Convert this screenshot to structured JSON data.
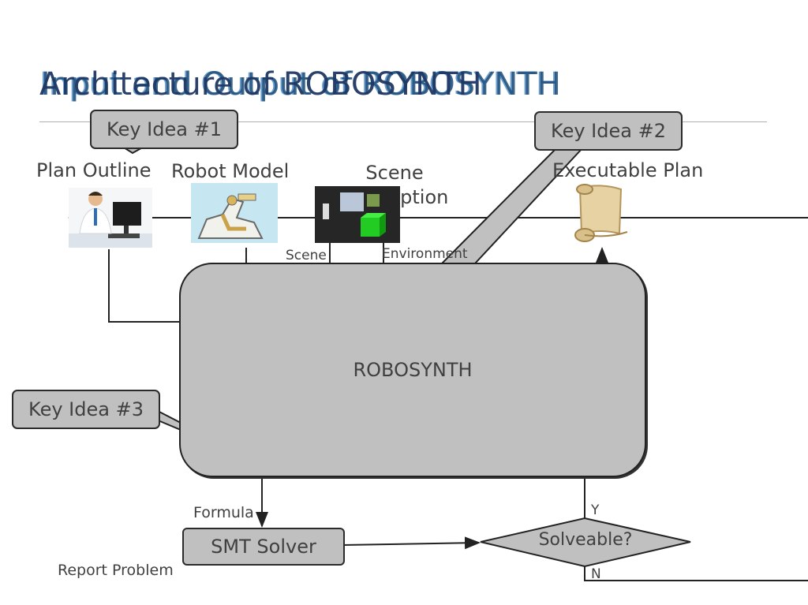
{
  "title": {
    "line1": "Architecture of ROBOSYNTH",
    "line2": "Input and Output of ROBOSYNTH",
    "line3": "Input and Output of ROBOSYNTH"
  },
  "callouts": {
    "key1": "Key Idea #1",
    "key2": "Key Idea #2",
    "key3": "Key Idea #3"
  },
  "inputs": {
    "plan_outline": "Plan Outline",
    "robot_model": "Robot Model",
    "scene_description": "Scene Description",
    "executable_plan": "Executable Plan"
  },
  "edges": {
    "scene": "Scene",
    "environment": "Environment",
    "formula": "Formula",
    "yes": "Y",
    "no": "N",
    "report_problem": "Report Problem"
  },
  "nodes": {
    "robosynth": "ROBOSYNTH",
    "smt_solver": "SMT Solver",
    "solveable": "Solveable?"
  }
}
